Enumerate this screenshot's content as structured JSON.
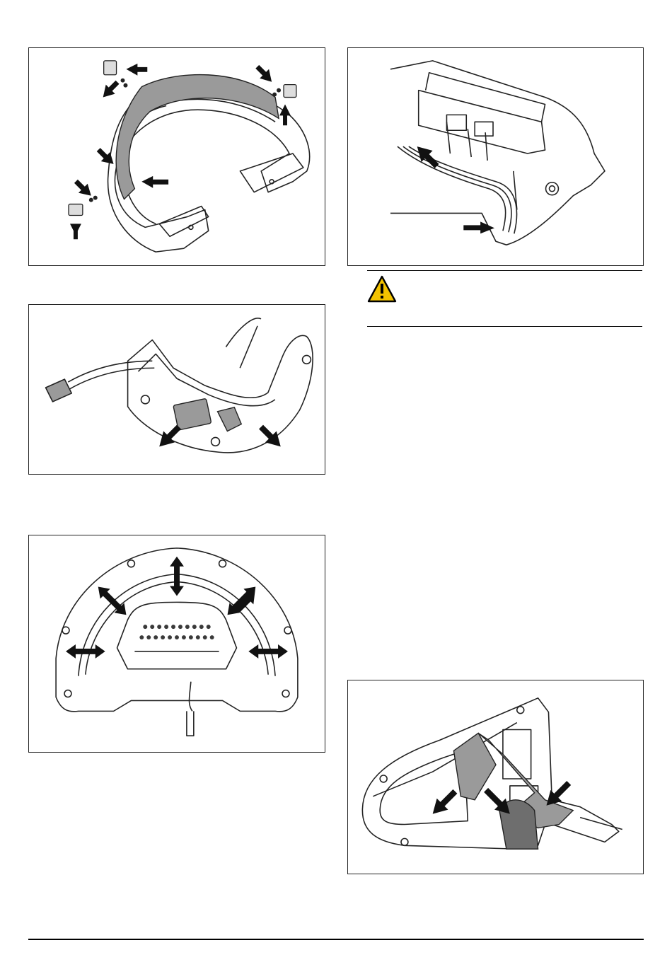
{
  "figures": [
    {
      "id": "fig1",
      "subject": "loop-handle-cover-removal"
    },
    {
      "id": "fig2",
      "subject": "trigger-switch-removal"
    },
    {
      "id": "fig3",
      "subject": "front-handle-housing-spread"
    },
    {
      "id": "fig4",
      "subject": "cable-routing-rear-handle"
    },
    {
      "id": "fig5",
      "subject": "rear-handle-insert-removal"
    }
  ],
  "warning": {
    "icon": "warning-triangle-icon",
    "color": "#f2c200"
  },
  "colors": {
    "line": "#222222",
    "fill_part": "#9a9a9a",
    "arrow": "#111111"
  }
}
